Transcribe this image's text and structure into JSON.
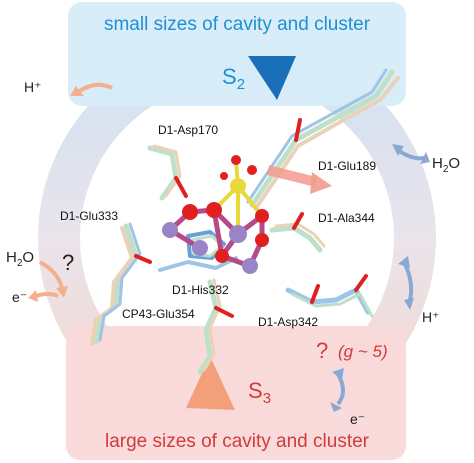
{
  "top_banner": {
    "text": "small sizes of cavity and cluster",
    "color": "#1f8fd6",
    "state": "S",
    "state_sub": "2"
  },
  "bottom_banner": {
    "text": "large sizes of cavity and cluster",
    "color": "#d43a3a",
    "state": "S",
    "state_sub": "3"
  },
  "side_labels": {
    "h_plus_top": "H⁺",
    "h2o_right": "H",
    "h2o_right_sub": "2",
    "h2o_right_tail": "O",
    "h_plus_right": "H⁺",
    "h2o_left": "H",
    "h2o_left_sub": "2",
    "h2o_left_tail": "O",
    "e_minus_left": "e⁻",
    "question_left": "?",
    "e_minus_bottom": "e⁻",
    "question_bottom": "?",
    "g_value": "(g ~ 5)"
  },
  "residues": {
    "asp170": "D1-Asp170",
    "glu189": "D1-Glu189",
    "glu333": "D1-Glu333",
    "ala344": "D1-Ala344",
    "his332": "D1-His332",
    "glu354": "CP43-Glu354",
    "asp342": "D1-Asp342"
  },
  "colors": {
    "top_band": "#d6ecf8",
    "bottom_band": "#f9d9d9",
    "ring_blue": "#c9dcef",
    "ring_pink": "#f5cfc4",
    "arrow_blue": "#1a6fb8",
    "arrow_orange": "#f3a07a",
    "mn": "#9a84c8",
    "ca": "#e8d93a",
    "oxygen": "#e02020"
  }
}
